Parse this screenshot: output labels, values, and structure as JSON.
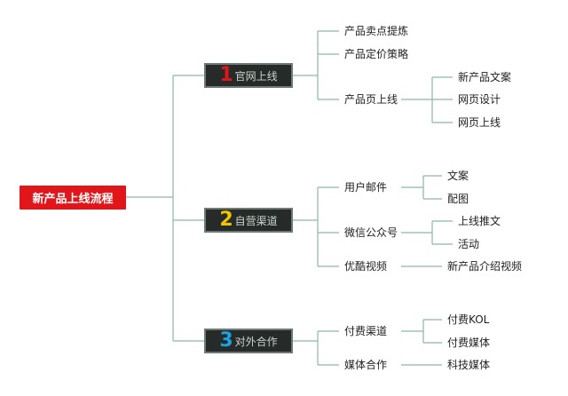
{
  "root": {
    "label": "新产品上线流程"
  },
  "branches": [
    {
      "number": "1",
      "number_color": "#e0161b",
      "label": "官网上线",
      "children": [
        {
          "label": "产品卖点提炼"
        },
        {
          "label": "产品定价策略"
        },
        {
          "label": "产品页上线",
          "children": [
            "新产品文案",
            "网页设计",
            "网页上线"
          ]
        }
      ]
    },
    {
      "number": "2",
      "number_color": "#f2c400",
      "label": "自营渠道",
      "children": [
        {
          "label": "用户邮件",
          "children": [
            "文案",
            "配图"
          ]
        },
        {
          "label": "微信公众号",
          "children": [
            "上线推文",
            "活动"
          ]
        },
        {
          "label": "优酷视频",
          "children": [
            "新产品介绍视频"
          ]
        }
      ]
    },
    {
      "number": "3",
      "number_color": "#1aa3e0",
      "label": "对外合作",
      "children": [
        {
          "label": "付费渠道",
          "children": [
            "付费KOL",
            "付费媒体"
          ]
        },
        {
          "label": "媒体合作",
          "children": [
            "科技媒体"
          ]
        }
      ]
    }
  ],
  "colors": {
    "connector": "#8fb8a4",
    "branch_bg": "#262a28",
    "root_bg": "#e0161b"
  }
}
